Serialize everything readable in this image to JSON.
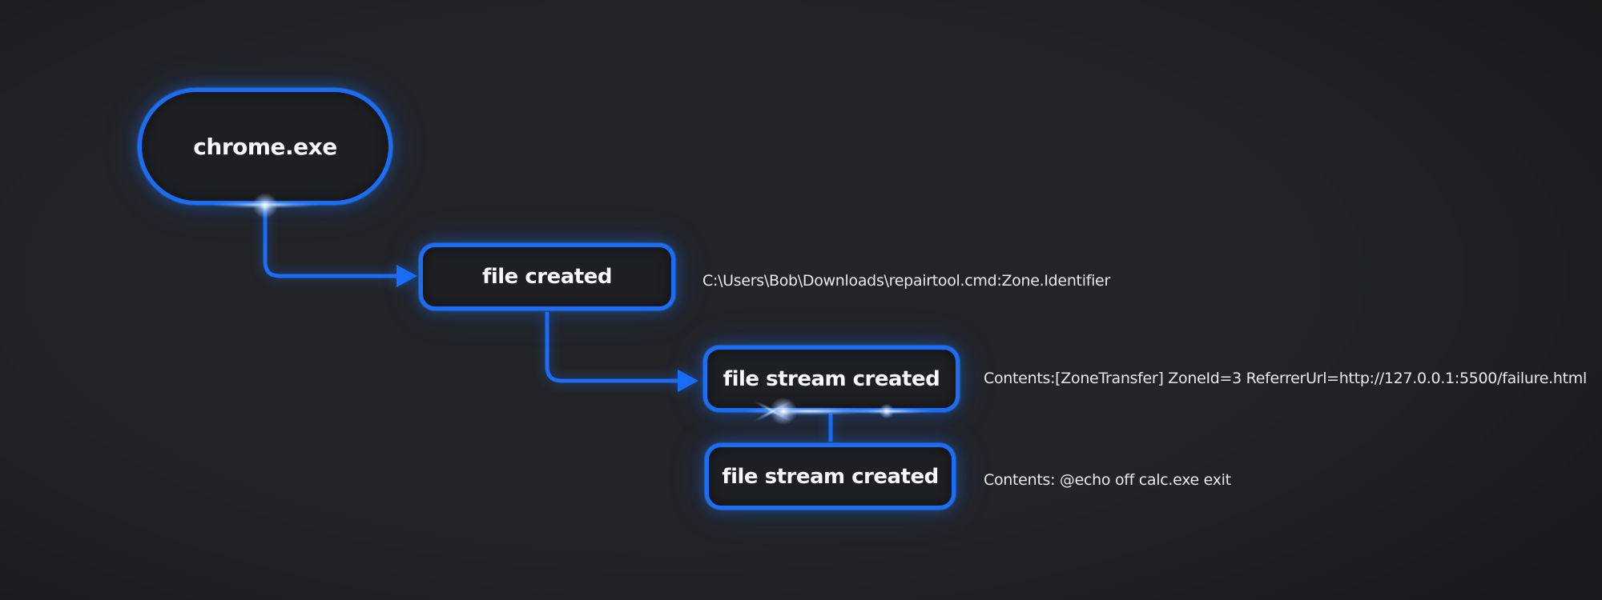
{
  "diagram": {
    "colors": {
      "background": "#232428",
      "accent_blue": "#1a6ef5",
      "node_fill": "#1e1f23",
      "label_text": "#f7f8fa",
      "annotation_text": "#e8eaed"
    },
    "nodes": [
      {
        "id": "chrome-exe",
        "label": "chrome.exe"
      },
      {
        "id": "file-created",
        "label": "file created",
        "annotation": "C:\\Users\\Bob\\Downloads\\repairtool.cmd:Zone.Identifier"
      },
      {
        "id": "file-stream-created-1",
        "label": "file stream created",
        "annotation": "Contents:[ZoneTransfer] ZoneId=3 ReferrerUrl=http://127.0.0.1:5500/failure.html"
      },
      {
        "id": "file-stream-created-2",
        "label": "file stream created",
        "annotation": "Contents: @echo off calc.exe exit"
      }
    ]
  }
}
